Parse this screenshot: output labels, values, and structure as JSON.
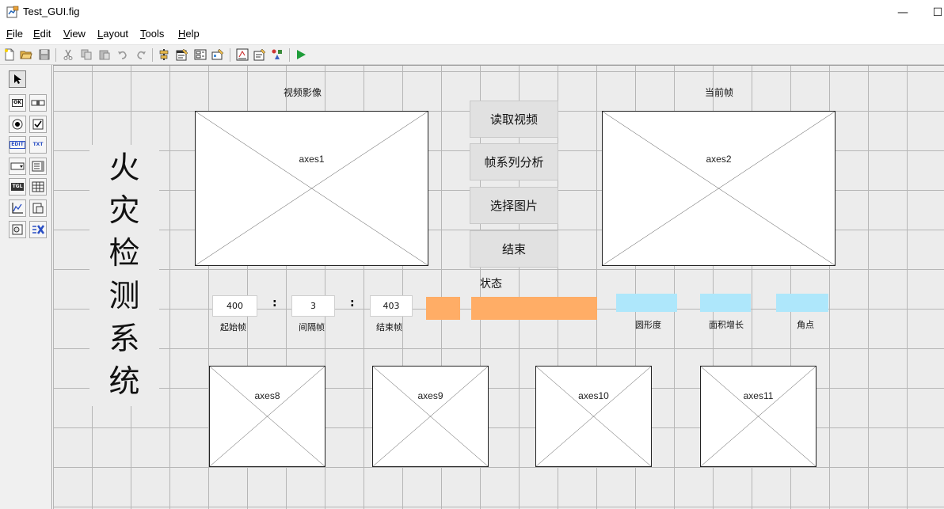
{
  "window": {
    "title": "Test_GUI.fig",
    "minimize": "—",
    "maximize": "☐"
  },
  "menu": [
    {
      "label": "File",
      "key": "F",
      "rest": "ile"
    },
    {
      "label": "Edit",
      "key": "E",
      "rest": "dit"
    },
    {
      "label": "View",
      "key": "V",
      "rest": "iew"
    },
    {
      "label": "Layout",
      "key": "L",
      "rest": "ayout"
    },
    {
      "label": "Tools",
      "key": "T",
      "rest": "ools"
    },
    {
      "label": "Help",
      "key": "H",
      "rest": "elp"
    }
  ],
  "toolbar_icons": [
    "new-file-icon",
    "open-folder-icon",
    "save-icon",
    "cut-icon",
    "copy-icon",
    "paste-icon",
    "undo-icon",
    "redo-icon",
    "align-icon",
    "menu-editor-icon",
    "tab-order-icon",
    "toolbar-editor-icon",
    "mfile-editor-icon",
    "property-inspector-icon",
    "object-browser-icon",
    "run-icon"
  ],
  "palette": {
    "items": [
      {
        "name": "select-tool",
        "tag": ""
      },
      {
        "name": "push-button-tool",
        "tag": "OK"
      },
      {
        "name": "slider-tool",
        "tag": ""
      },
      {
        "name": "radio-button-tool",
        "tag": ""
      },
      {
        "name": "checkbox-tool",
        "tag": ""
      },
      {
        "name": "edit-text-tool",
        "tag": "EDIT"
      },
      {
        "name": "static-text-tool",
        "tag": "TXT"
      },
      {
        "name": "popup-menu-tool",
        "tag": ""
      },
      {
        "name": "listbox-tool",
        "tag": ""
      },
      {
        "name": "toggle-button-tool",
        "tag": "TGL"
      },
      {
        "name": "table-tool",
        "tag": ""
      },
      {
        "name": "axes-tool",
        "tag": ""
      },
      {
        "name": "panel-tool",
        "tag": ""
      },
      {
        "name": "button-group-tool",
        "tag": ""
      },
      {
        "name": "activex-tool",
        "tag": ""
      }
    ]
  },
  "canvas": {
    "system_title_chars": [
      "火",
      "灾",
      "检",
      "测",
      "系",
      "统"
    ],
    "labels": {
      "video": "视频影像",
      "current_frame": "当前帧",
      "status": "状态",
      "start_frame": "起始帧",
      "interval_frame": "间隔帧",
      "end_frame": "结束帧",
      "circularity": "圆形度",
      "area_growth": "面积增长",
      "corner_points": "角点"
    },
    "buttons": {
      "read_video": "读取视频",
      "frame_analysis": "帧系列分析",
      "select_image": "选择图片",
      "end": "结束"
    },
    "edits": {
      "start": "400",
      "interval": "3",
      "end": "403"
    },
    "colon": ":",
    "axes": {
      "axes1": "axes1",
      "axes2": "axes2",
      "axes8": "axes8",
      "axes9": "axes9",
      "axes10": "axes10",
      "axes11": "axes11"
    },
    "colors": {
      "orange": "#ffad66",
      "cyan": "#aee7fb"
    }
  }
}
